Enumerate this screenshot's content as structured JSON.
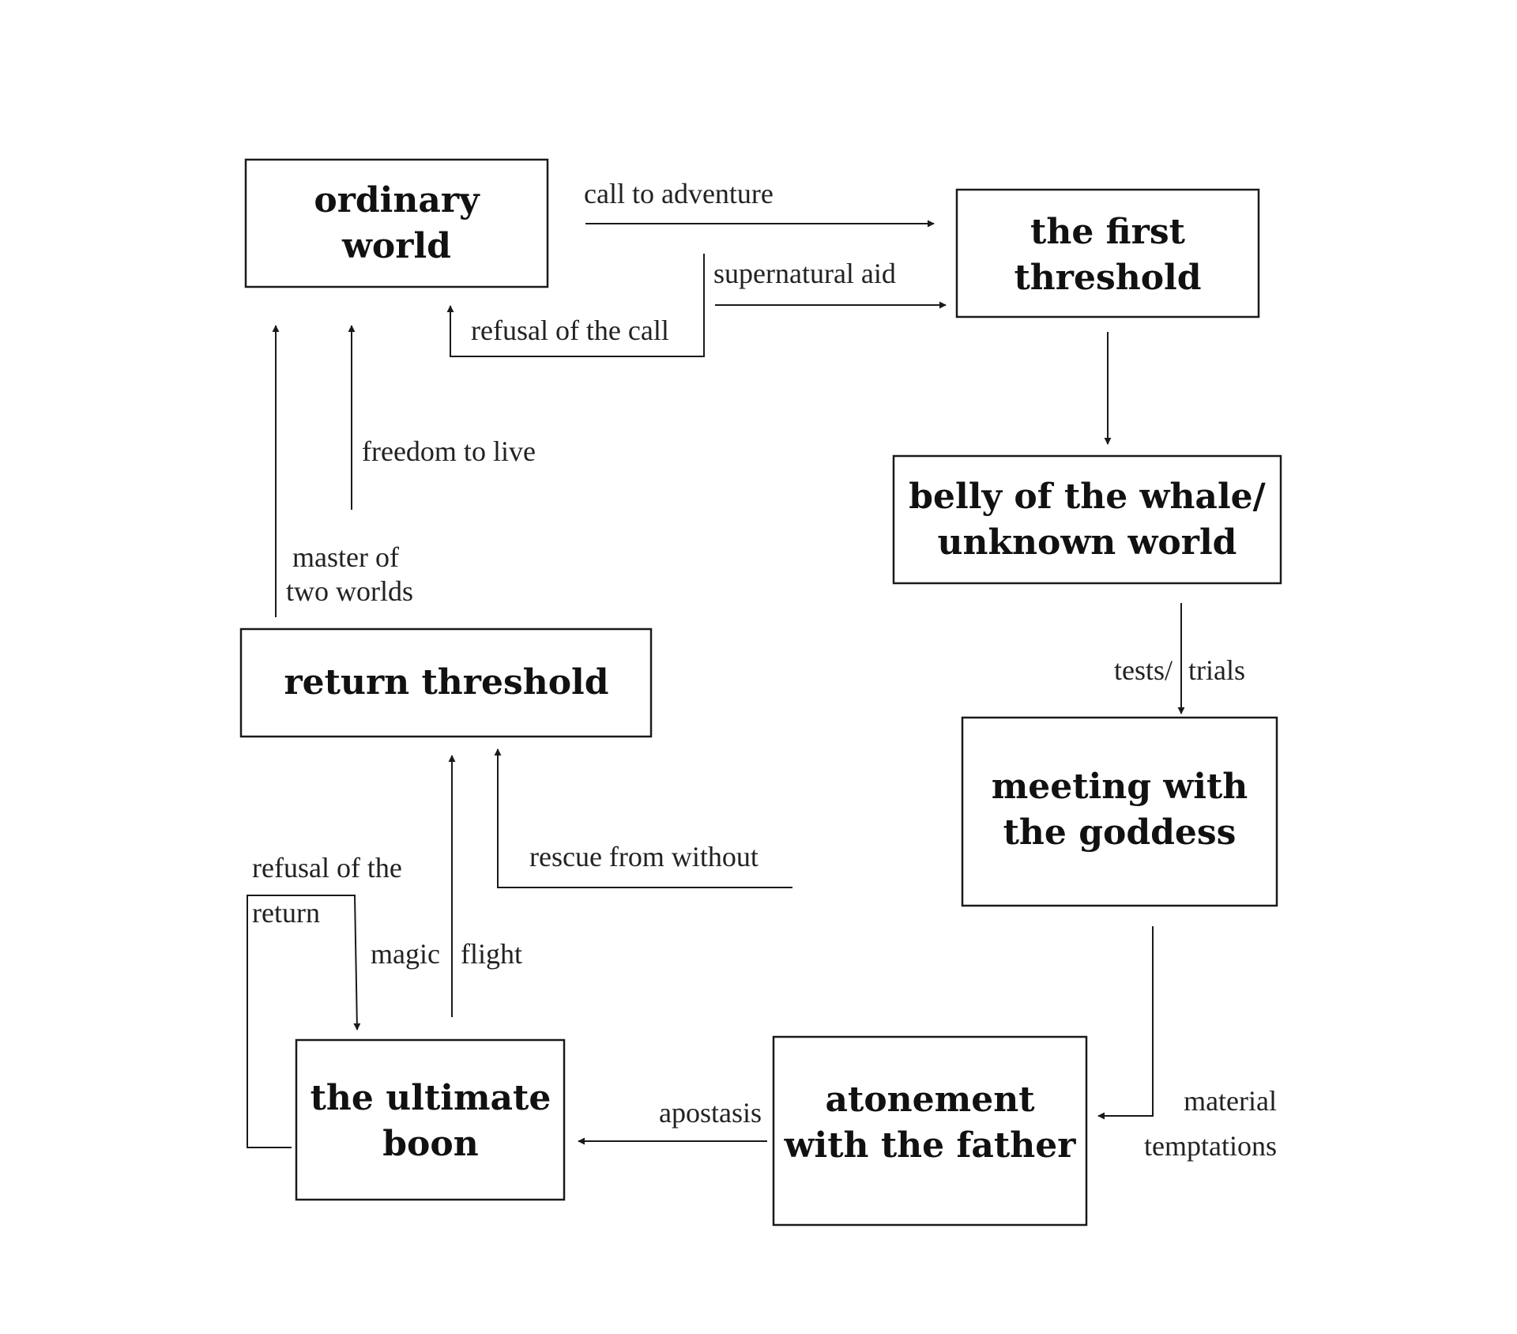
{
  "nodes": {
    "ordinary_world": [
      "ordinary",
      "world"
    ],
    "first_threshold": [
      "the first",
      "threshold"
    ],
    "belly_of_whale": [
      "belly of the whale/",
      "unknown world"
    ],
    "meeting_goddess": [
      "meeting with",
      "the goddess"
    ],
    "atonement_father": [
      "atonement",
      "with the father"
    ],
    "ultimate_boon": [
      "the ultimate",
      "boon"
    ],
    "return_threshold": [
      "return threshold"
    ]
  },
  "edges": {
    "call_to_adventure": "call to adventure",
    "supernatural_aid": "supernatural aid",
    "refusal_of_the_call": "refusal of  the call",
    "freedom_to_live": "freedom to live",
    "master_of_two_worlds": [
      "master of",
      "two worlds"
    ],
    "tests_trials": [
      "tests/",
      "trials"
    ],
    "material_temptations": [
      "material",
      "temptations"
    ],
    "apostasis": "apostasis",
    "rescue_from_without": "rescue from without",
    "magic_flight": [
      "magic",
      "flight"
    ],
    "refusal_of_the_return": [
      "refusal of  the",
      "return"
    ]
  }
}
